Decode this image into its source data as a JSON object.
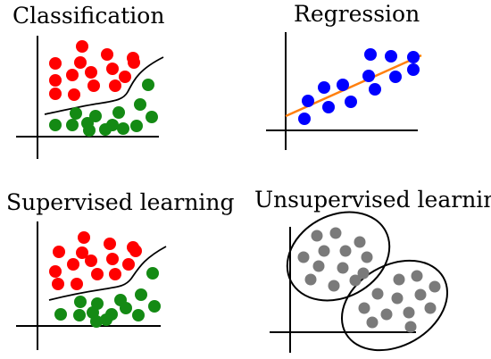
{
  "titles": {
    "classification": "Classification",
    "regression": "Regression",
    "supervised": "Supervised learning",
    "unsupervised": "Unsupervised learning"
  },
  "colors": {
    "class_a": "#ff0000",
    "class_b": "#148a14",
    "regression_points": "#0000ff",
    "regression_line": "#ff7f0e",
    "cluster_points": "#7a7a7a",
    "axes": "#000000"
  },
  "panels": [
    {
      "id": "classification",
      "class_a_count": 15,
      "class_b_count": 14,
      "has_boundary": true
    },
    {
      "id": "regression",
      "point_count": 13,
      "has_fit_line": true
    },
    {
      "id": "supervised",
      "class_a_count": 15,
      "class_b_count": 14,
      "has_boundary": true
    },
    {
      "id": "unsupervised",
      "cluster_count": 2,
      "cluster_sizes": [
        13,
        12
      ]
    }
  ]
}
